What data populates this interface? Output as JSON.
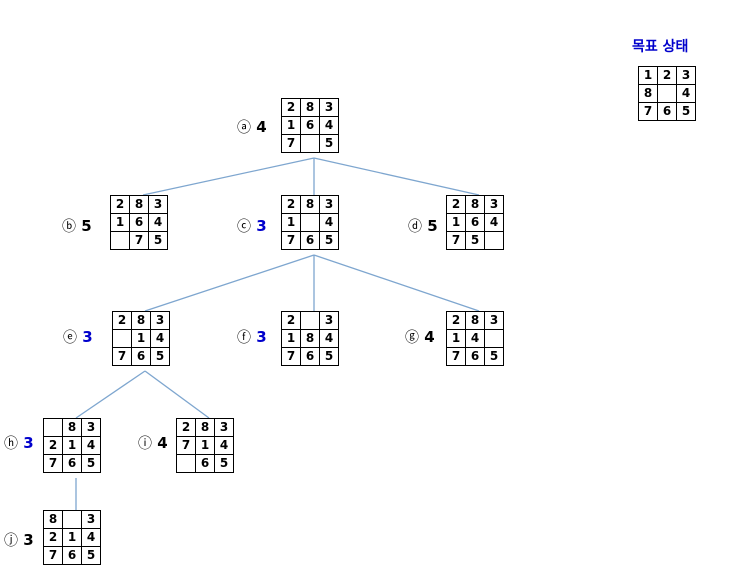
{
  "goal": {
    "title": "목표 상태",
    "grid": [
      [
        "1",
        "2",
        "3"
      ],
      [
        "8",
        "",
        "4"
      ],
      [
        "7",
        "6",
        "5"
      ]
    ]
  },
  "colors": {
    "edge": "#7ea6cf",
    "highlight": "#0000cc",
    "text": "#000000"
  },
  "nodes": [
    {
      "id": "a",
      "mark": "ⓐ",
      "value": "4",
      "highlight": false,
      "grid": [
        [
          "2",
          "8",
          "3"
        ],
        [
          "1",
          "6",
          "4"
        ],
        [
          "7",
          "",
          "5"
        ]
      ]
    },
    {
      "id": "b",
      "mark": "ⓑ",
      "value": "5",
      "highlight": false,
      "grid": [
        [
          "2",
          "8",
          "3"
        ],
        [
          "1",
          "6",
          "4"
        ],
        [
          "",
          "7",
          "5"
        ]
      ]
    },
    {
      "id": "c",
      "mark": "ⓒ",
      "value": "3",
      "highlight": true,
      "grid": [
        [
          "2",
          "8",
          "3"
        ],
        [
          "1",
          "",
          "4"
        ],
        [
          "7",
          "6",
          "5"
        ]
      ]
    },
    {
      "id": "d",
      "mark": "ⓓ",
      "value": "5",
      "highlight": false,
      "grid": [
        [
          "2",
          "8",
          "3"
        ],
        [
          "1",
          "6",
          "4"
        ],
        [
          "7",
          "5",
          ""
        ]
      ]
    },
    {
      "id": "e",
      "mark": "ⓔ",
      "value": "3",
      "highlight": true,
      "grid": [
        [
          "2",
          "8",
          "3"
        ],
        [
          "",
          "1",
          "4"
        ],
        [
          "7",
          "6",
          "5"
        ]
      ]
    },
    {
      "id": "f",
      "mark": "ⓕ",
      "value": "3",
      "highlight": true,
      "grid": [
        [
          "2",
          "",
          "3"
        ],
        [
          "1",
          "8",
          "4"
        ],
        [
          "7",
          "6",
          "5"
        ]
      ]
    },
    {
      "id": "g",
      "mark": "ⓖ",
      "value": "4",
      "highlight": false,
      "grid": [
        [
          "2",
          "8",
          "3"
        ],
        [
          "1",
          "4",
          ""
        ],
        [
          "7",
          "6",
          "5"
        ]
      ]
    },
    {
      "id": "h",
      "mark": "ⓗ",
      "value": "3",
      "highlight": true,
      "grid": [
        [
          "",
          "8",
          "3"
        ],
        [
          "2",
          "1",
          "4"
        ],
        [
          "7",
          "6",
          "5"
        ]
      ]
    },
    {
      "id": "i",
      "mark": "ⓘ",
      "value": "4",
      "highlight": false,
      "grid": [
        [
          "2",
          "8",
          "3"
        ],
        [
          "7",
          "1",
          "4"
        ],
        [
          "",
          "6",
          "5"
        ]
      ]
    },
    {
      "id": "j",
      "mark": "ⓙ",
      "value": "3",
      "highlight": false,
      "grid": [
        [
          "8",
          "",
          "3"
        ],
        [
          "2",
          "1",
          "4"
        ],
        [
          "7",
          "6",
          "5"
        ]
      ]
    }
  ],
  "edges": [
    [
      "a",
      "b"
    ],
    [
      "a",
      "c"
    ],
    [
      "a",
      "d"
    ],
    [
      "c",
      "e"
    ],
    [
      "c",
      "f"
    ],
    [
      "c",
      "g"
    ],
    [
      "e",
      "h"
    ],
    [
      "e",
      "i"
    ],
    [
      "h",
      "j"
    ]
  ]
}
